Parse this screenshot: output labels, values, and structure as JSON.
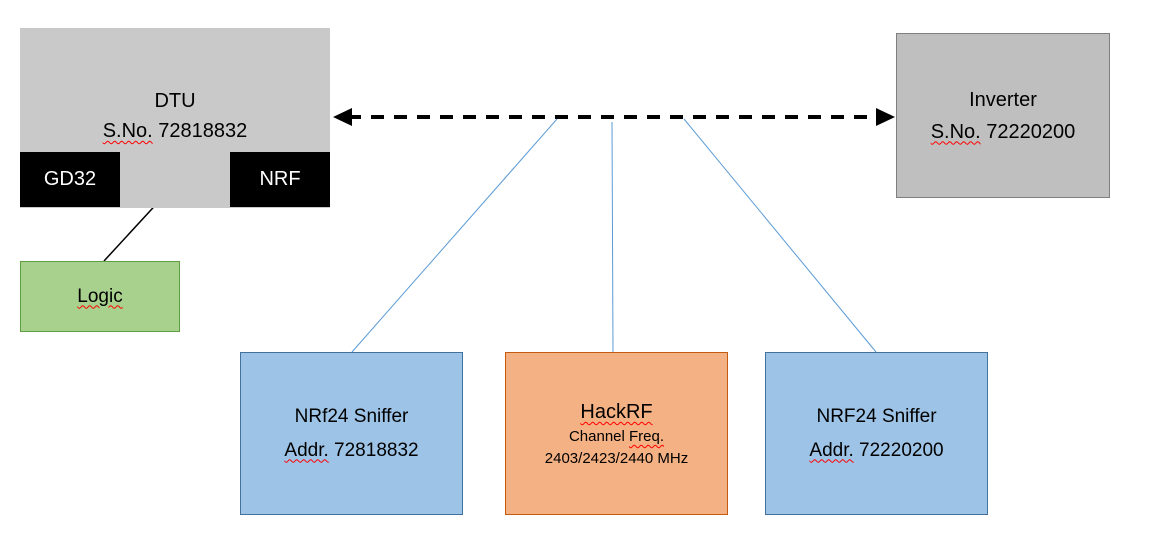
{
  "nodes": {
    "dtu": {
      "title": "DTU",
      "serial_label": "S.No.",
      "serial_number": "72818832"
    },
    "gd32": {
      "label": "GD32"
    },
    "nrf": {
      "label": "NRF"
    },
    "logic": {
      "label": "Logic"
    },
    "inverter": {
      "title": "Inverter",
      "serial_label": "S.No.",
      "serial_number": "72220200"
    },
    "sniffer_left": {
      "title": "NRf24 Sniffer",
      "addr_label": "Addr.",
      "addr_number": "72818832"
    },
    "hackrf": {
      "title": "HackRF",
      "channel_word": "Channel",
      "freq_word": "Freq.",
      "freq_values": "2403/2423/2440 MHz"
    },
    "sniffer_right": {
      "title": "NRF24 Sniffer",
      "addr_label": "Addr.",
      "addr_number": "72220200"
    }
  },
  "colors": {
    "dtu_fill": "#c9c9c9",
    "inverter_fill": "#bfbfbf",
    "chip_fill": "#000000",
    "logic_fill": "#a9d18e",
    "logic_border": "#5f9e3f",
    "sniffer_fill": "#9dc3e6",
    "sniffer_border": "#41719c",
    "hackrf_fill": "#f4b183",
    "hackrf_border": "#c55a11",
    "connector_blue": "#5b9bd5",
    "arrow_black": "#000000",
    "spellcheck_red": "#ff0000"
  }
}
